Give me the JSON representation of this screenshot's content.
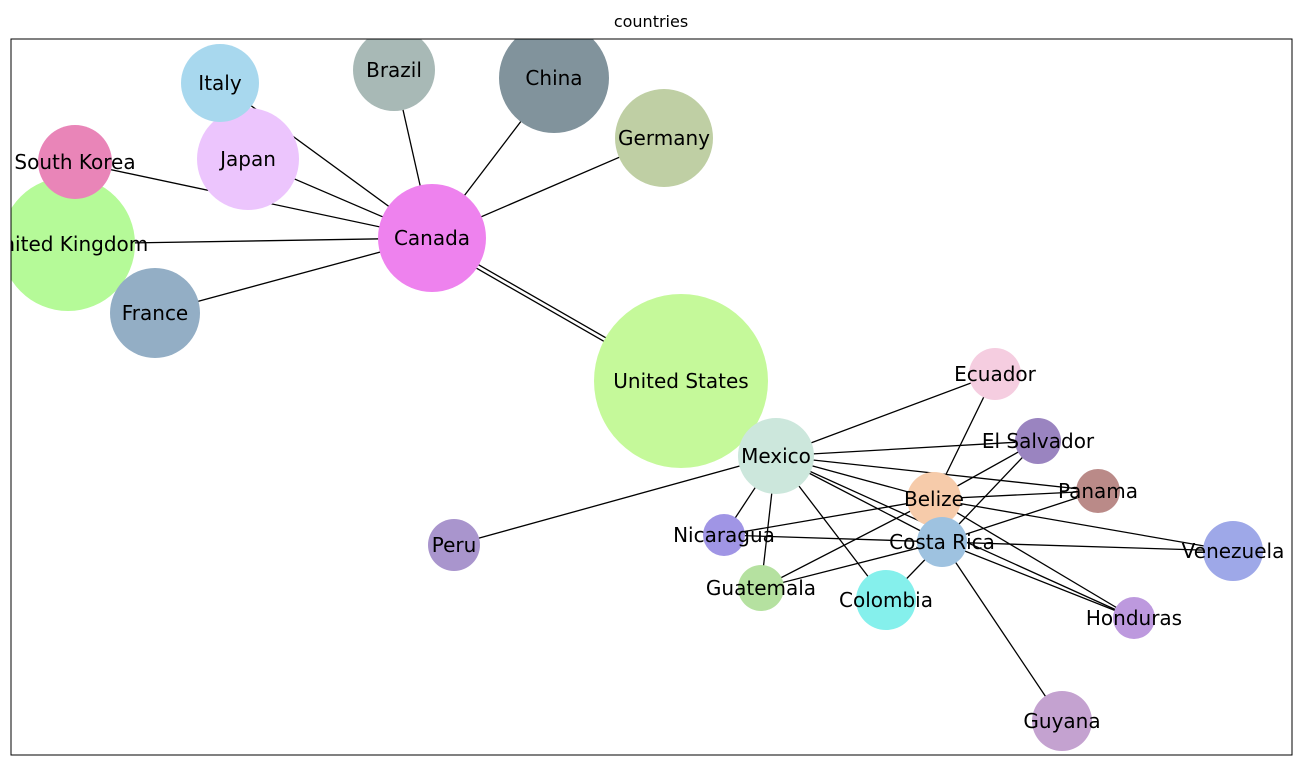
{
  "title": "countries",
  "nodes": [
    {
      "id": "canada",
      "label": "Canada",
      "color": "#ee82ee"
    },
    {
      "id": "united_states",
      "label": "United States",
      "color": "#c5f99a"
    },
    {
      "id": "united_kingdom",
      "label": "United Kingdom",
      "color": "#b5fa98"
    },
    {
      "id": "france",
      "label": "France",
      "color": "#93aec5"
    },
    {
      "id": "japan",
      "label": "Japan",
      "color": "#ecc5fd"
    },
    {
      "id": "south_korea",
      "label": "South Korea",
      "color": "#e985b8"
    },
    {
      "id": "italy",
      "label": "Italy",
      "color": "#a8d8ee"
    },
    {
      "id": "brazil",
      "label": "Brazil",
      "color": "#a8b9b6"
    },
    {
      "id": "china",
      "label": "China",
      "color": "#81939c"
    },
    {
      "id": "germany",
      "label": "Germany",
      "color": "#bfcfa4"
    },
    {
      "id": "mexico",
      "label": "Mexico",
      "color": "#cce7dc"
    },
    {
      "id": "peru",
      "label": "Peru",
      "color": "#a995cd"
    },
    {
      "id": "ecuador",
      "label": "Ecuador",
      "color": "#f5cde0"
    },
    {
      "id": "el_salvador",
      "label": "El Salvador",
      "color": "#9a84c0"
    },
    {
      "id": "panama",
      "label": "Panama",
      "color": "#ba8a88"
    },
    {
      "id": "belize",
      "label": "Belize",
      "color": "#f6cbaa"
    },
    {
      "id": "nicaragua",
      "label": "Nicaragua",
      "color": "#a095e5"
    },
    {
      "id": "costa_rica",
      "label": "Costa Rica",
      "color": "#9ec2e0"
    },
    {
      "id": "venezuela",
      "label": "Venezuela",
      "color": "#9ea8e8"
    },
    {
      "id": "guatemala",
      "label": "Guatemala",
      "color": "#b5e1a0"
    },
    {
      "id": "colombia",
      "label": "Colombia",
      "color": "#85f0ec"
    },
    {
      "id": "honduras",
      "label": "Honduras",
      "color": "#bd99de"
    },
    {
      "id": "guyana",
      "label": "Guyana",
      "color": "#c4a2d0"
    }
  ],
  "edges": [
    [
      "canada",
      "italy"
    ],
    [
      "canada",
      "brazil"
    ],
    [
      "canada",
      "china"
    ],
    [
      "canada",
      "germany"
    ],
    [
      "canada",
      "japan"
    ],
    [
      "canada",
      "south_korea"
    ],
    [
      "canada",
      "united_kingdom"
    ],
    [
      "canada",
      "france"
    ],
    [
      "canada",
      "united_states"
    ],
    [
      "canada",
      "united_states"
    ],
    [
      "united_states",
      "mexico"
    ],
    [
      "mexico",
      "peru"
    ],
    [
      "mexico",
      "ecuador"
    ],
    [
      "mexico",
      "el_salvador"
    ],
    [
      "mexico",
      "panama"
    ],
    [
      "mexico",
      "belize"
    ],
    [
      "mexico",
      "nicaragua"
    ],
    [
      "mexico",
      "guatemala"
    ],
    [
      "mexico",
      "colombia"
    ],
    [
      "mexico",
      "costa_rica"
    ],
    [
      "mexico",
      "honduras"
    ],
    [
      "belize",
      "ecuador"
    ],
    [
      "belize",
      "el_salvador"
    ],
    [
      "belize",
      "panama"
    ],
    [
      "belize",
      "venezuela"
    ],
    [
      "belize",
      "nicaragua"
    ],
    [
      "belize",
      "guatemala"
    ],
    [
      "belize",
      "honduras"
    ],
    [
      "costa_rica",
      "el_salvador"
    ],
    [
      "costa_rica",
      "panama"
    ],
    [
      "costa_rica",
      "venezuela"
    ],
    [
      "costa_rica",
      "nicaragua"
    ],
    [
      "costa_rica",
      "guatemala"
    ],
    [
      "costa_rica",
      "colombia"
    ],
    [
      "costa_rica",
      "honduras"
    ],
    [
      "costa_rica",
      "guyana"
    ]
  ]
}
